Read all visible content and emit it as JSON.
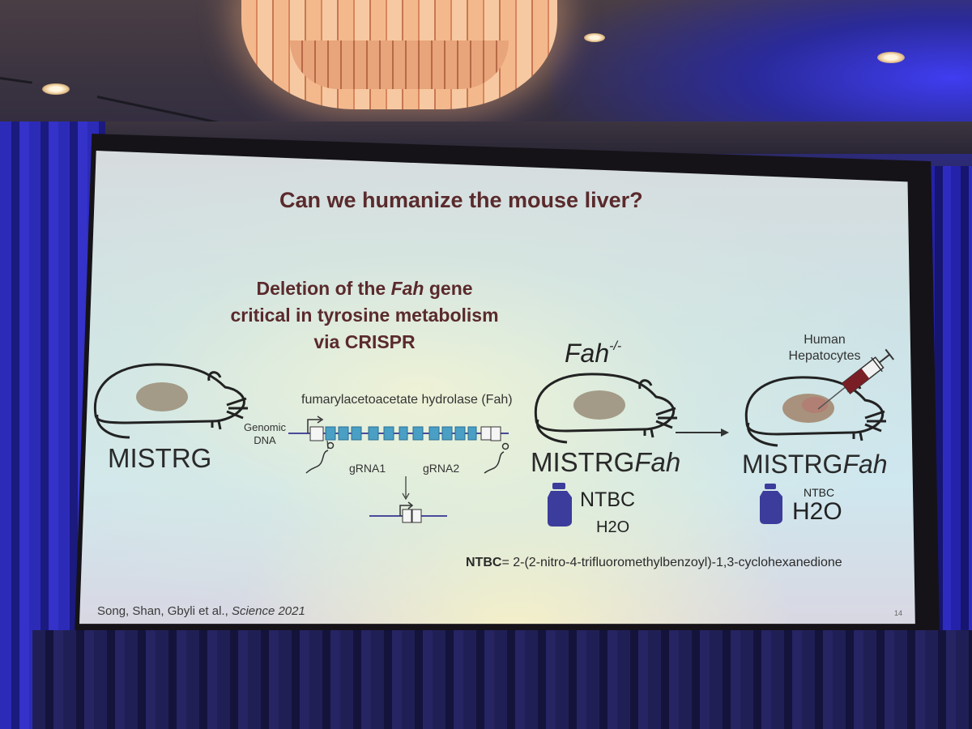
{
  "slide": {
    "title": "Can we humanize the mouse liver?",
    "subtitle_pre": "Deletion of the ",
    "subtitle_gene": "Fah",
    "subtitle_line1_post": " gene",
    "subtitle_line2": "critical in tyrosine metabolism",
    "subtitle_line3": "via CRISPR",
    "fah_knockout": "Fah",
    "fah_knockout_sup": "-/-",
    "human_hepatocytes_line1": "Human",
    "human_hepatocytes_line2": "Hepatocytes",
    "gene_label": "fumarylacetoacetate hydrolase (Fah)",
    "genomic_line1": "Genomic",
    "genomic_line2": "DNA",
    "grna1": "gRNA1",
    "grna2": "gRNA2",
    "mouse1_label": "MISTRG",
    "mouse2_label_main": "MISTRG",
    "mouse2_label_italic": "Fah",
    "mouse3_label_main": "MISTRG",
    "mouse3_label_italic": "Fah",
    "ntbc_large": "NTBC",
    "h2o_small": "H2O",
    "ntbc_small": "NTBC",
    "h2o_large": "H2O",
    "ntbc_def_bold": "NTBC",
    "ntbc_def_rest": "= 2-(2-nitro-4-trifluoromethylbenzoyl)-1,3-cyclohexanedione",
    "citation_authors": "Song, Shan, Gbyli et al., ",
    "citation_journal": "Science 2021",
    "page_number": "14"
  },
  "colors": {
    "title_color": "#5a2a2c",
    "exon_color": "#4a9fc4",
    "vial_color": "#3c3c9c",
    "curtain_color": "#2c2bb8"
  }
}
